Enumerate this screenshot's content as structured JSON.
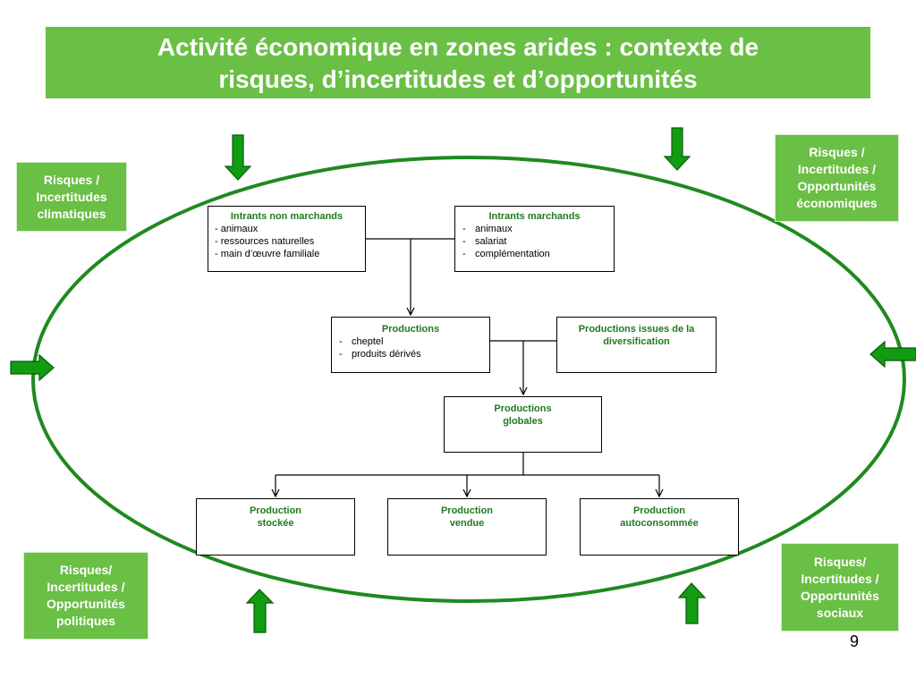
{
  "title": {
    "line1": "Activité économique en zones arides : contexte de",
    "line2": "risques, d’incertitudes et d’opportunités"
  },
  "risks": {
    "climat": [
      "Risques /",
      "Incertitudes",
      "climatiques"
    ],
    "eco": [
      "Risques /",
      "Incertitudes /",
      "Opportunités",
      "économiques"
    ],
    "pol": [
      "Risques/",
      "Incertitudes /",
      "Opportunités",
      "politiques"
    ],
    "soc": [
      "Risques/",
      "Incertitudes /",
      "Opportunités",
      "sociaux"
    ]
  },
  "nodes": {
    "intrants_non_marchands": {
      "title": "Intrants non marchands",
      "items": [
        "- animaux",
        "- ressources naturelles",
        "- main d’œuvre familiale"
      ]
    },
    "intrants_marchands": {
      "title": "Intrants marchands",
      "bullet": "-",
      "items": [
        "animaux",
        "salariat",
        "complémentation"
      ]
    },
    "productions": {
      "title": "Productions",
      "bullet": "-",
      "items": [
        "cheptel",
        "produits dérivés"
      ]
    },
    "diversification": {
      "line1": "Productions issues de la",
      "line2": "diversification"
    },
    "globales": {
      "line1": "Productions",
      "line2": "globales"
    },
    "stockee": {
      "line1": "Production",
      "line2": "stockée"
    },
    "vendue": {
      "line1": "Production",
      "line2": "vendue"
    },
    "autoconsommee": {
      "line1": "Production",
      "line2": "autoconsommée"
    }
  },
  "page_number": "9",
  "colors": {
    "box_green": "#6abf45",
    "ellipse_green": "#1f8a1f",
    "arrow_fill": "#129c12",
    "node_title": "#1f7a1f"
  },
  "arrow_icons": [
    "down-arrow-icon",
    "down-arrow-icon",
    "right-arrow-icon",
    "left-arrow-icon",
    "up-arrow-icon",
    "up-arrow-icon"
  ]
}
